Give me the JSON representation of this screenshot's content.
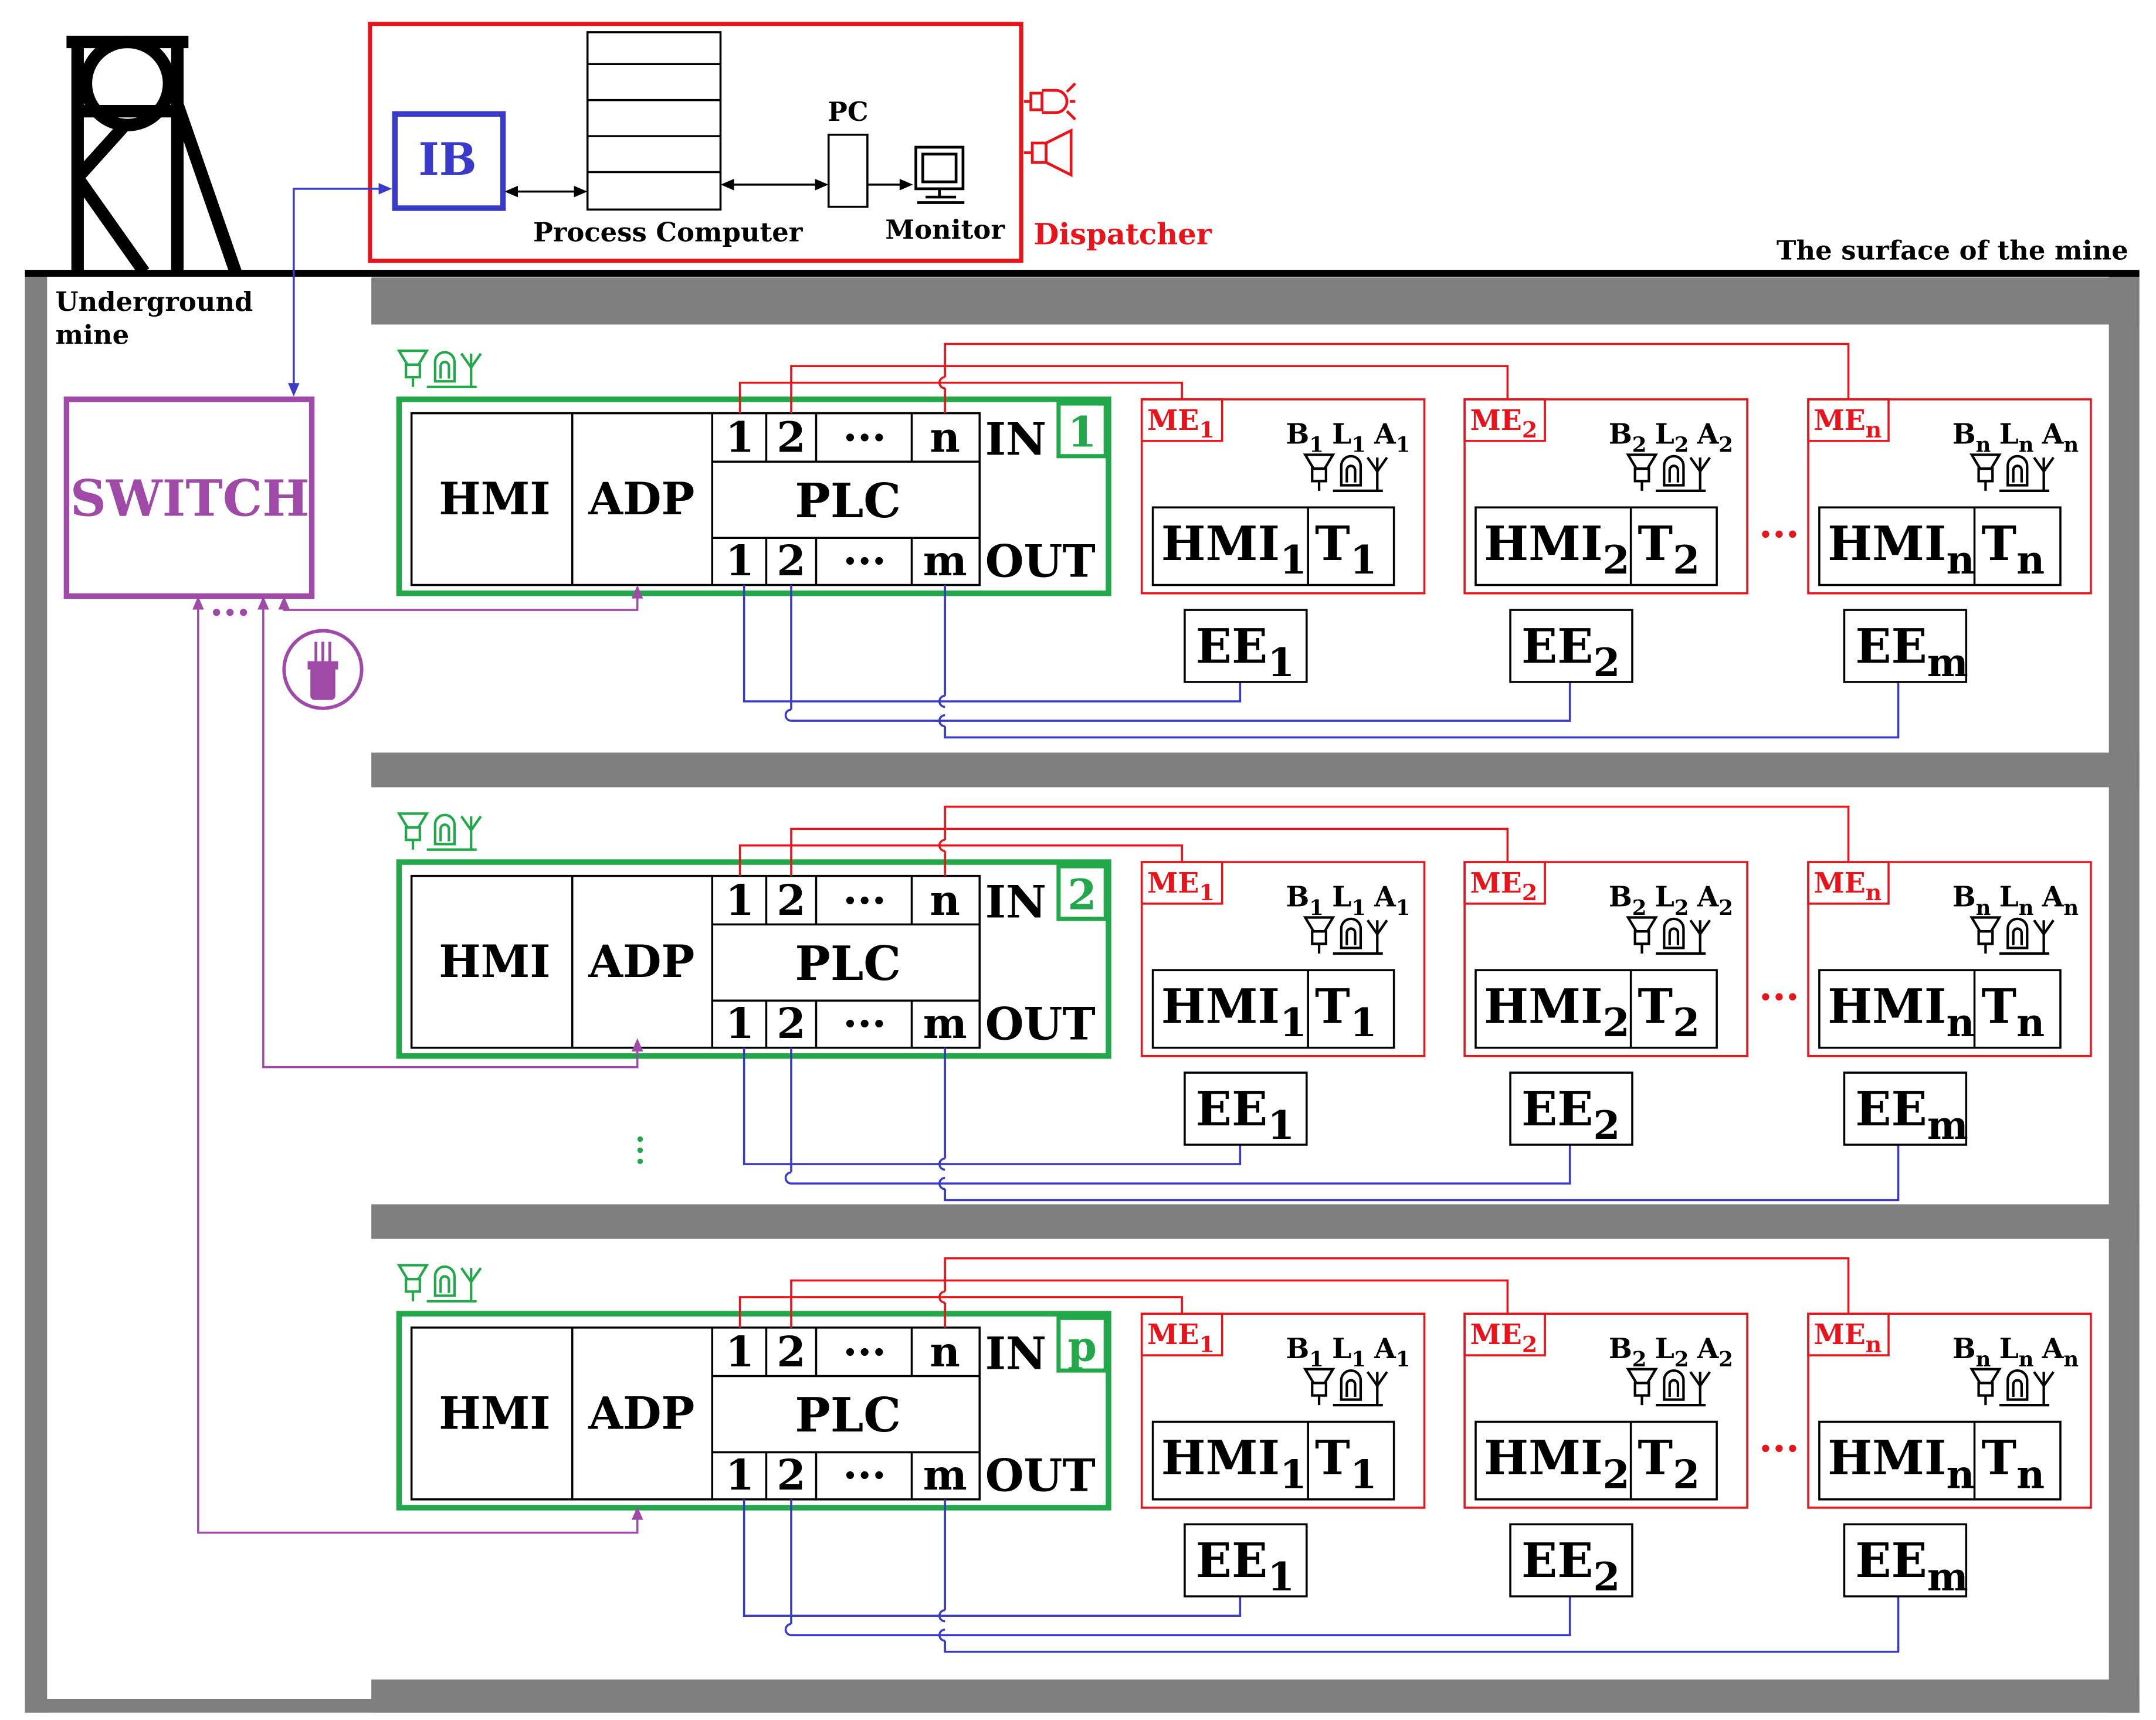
{
  "surface": {
    "dispatcher_label": "Dispatcher",
    "ib_label": "IB",
    "process_computer_label": "Process Computer",
    "pc_label": "PC",
    "monitor_label": "Monitor",
    "surface_label": "The surface of the mine",
    "underground_label_line1": "Underground",
    "underground_label_line2": "mine"
  },
  "switch": {
    "label": "SWITCH",
    "dots": "..."
  },
  "levels": [
    {
      "id": "1",
      "vdots": false
    },
    {
      "id": "2",
      "vdots": true
    },
    {
      "id": "p",
      "vdots": false
    }
  ],
  "controller": {
    "hmi": "HMI",
    "adp": "ADP",
    "plc": "PLC",
    "in": "IN",
    "out": "OUT",
    "in_ports": [
      "1",
      "2",
      "···",
      "n"
    ],
    "out_ports": [
      "1",
      "2",
      "···",
      "m"
    ]
  },
  "modules": [
    {
      "me": "ME",
      "me_sub": "1",
      "b": "B",
      "l": "L",
      "a": "A",
      "bla_sub": "1",
      "hmi": "HMI",
      "hmi_sub": "1",
      "t": "T",
      "t_sub": "1",
      "ee": "EE",
      "ee_sub": "1"
    },
    {
      "me": "ME",
      "me_sub": "2",
      "b": "B",
      "l": "L",
      "a": "A",
      "bla_sub": "2",
      "hmi": "HMI",
      "hmi_sub": "2",
      "t": "T",
      "t_sub": "2",
      "ee": "EE",
      "ee_sub": "2"
    },
    {
      "me": "ME",
      "me_sub": "n",
      "b": "B",
      "l": "L",
      "a": "A",
      "bla_sub": "n",
      "hmi": "HMI",
      "hmi_sub": "n",
      "t": "T",
      "t_sub": "n",
      "ee": "EE",
      "ee_sub": "m"
    }
  ],
  "module_ellipsis": "···",
  "colors": {
    "wall": "#7f7f7f",
    "surface_line": "#000000",
    "dispatcher": "#e8141c",
    "ib": "#3a3ac8",
    "switch": "#a04aa8",
    "controller": "#22a84a",
    "module": "#e8141c",
    "io_line": "#3a3ac8",
    "signal_line": "#e8141c"
  },
  "icons": {
    "headframe": "mine-headframe-icon",
    "speaker": "speaker-icon",
    "lamp": "lamp-icon",
    "antenna": "antenna-icon",
    "fiber_connector": "fiber-connector-icon"
  }
}
